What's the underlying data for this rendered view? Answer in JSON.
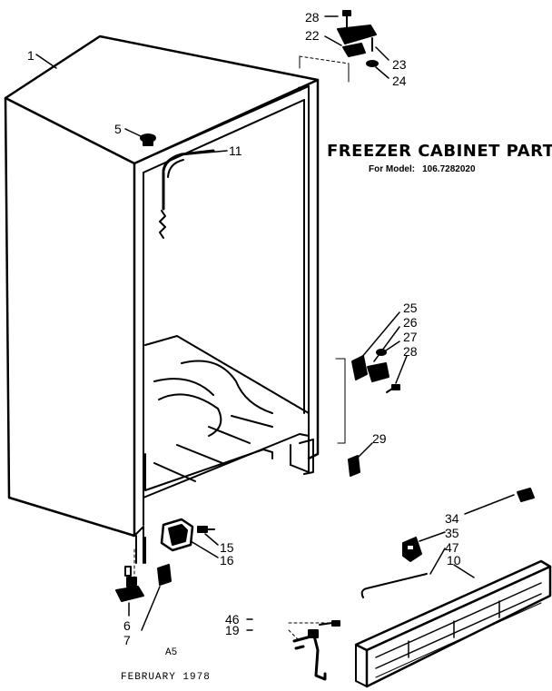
{
  "title": "FREEZER CABINET PARTS",
  "model_label": "For Model:",
  "model_number": "106.7282020",
  "footer_code": "A5",
  "footer_date": "FEBRUARY 1978",
  "callouts": {
    "c1": "1",
    "c5": "5",
    "c11": "11",
    "c28a": "28",
    "c22": "22",
    "c23": "23",
    "c24": "24",
    "c25": "25",
    "c26": "26",
    "c27": "27",
    "c28b": "28",
    "c29": "29",
    "c15": "15",
    "c16": "16",
    "c6": "6",
    "c7": "7",
    "c34": "34",
    "c35": "35",
    "c47": "47",
    "c10": "10",
    "c46": "46",
    "c19": "19"
  }
}
